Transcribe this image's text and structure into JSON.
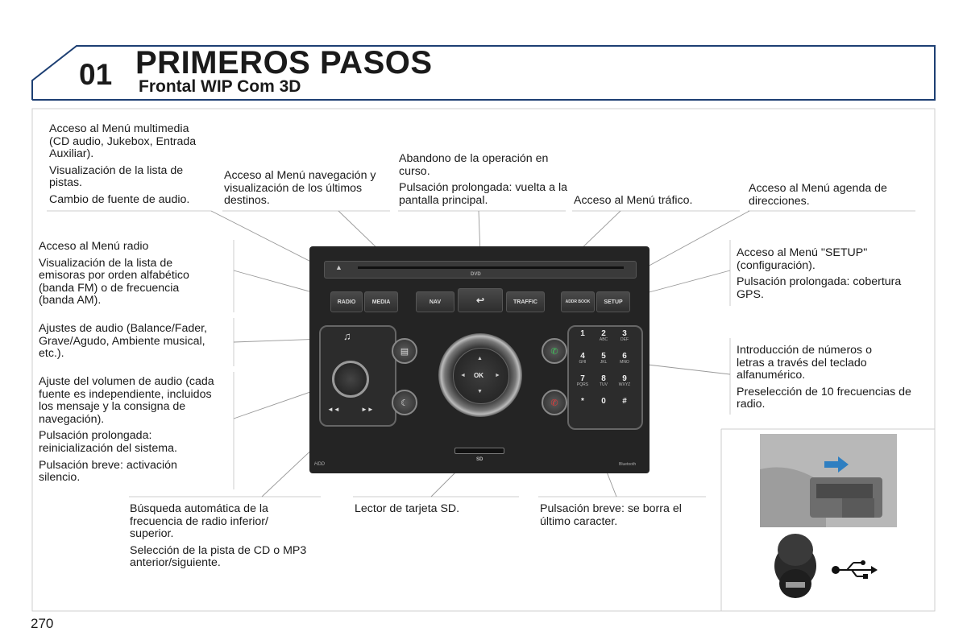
{
  "header": {
    "chapter_number": "01",
    "title": "PRIMEROS PASOS",
    "subtitle": "Frontal WIP Com 3D"
  },
  "page_number": "270",
  "callouts": {
    "multimedia": [
      "Acceso al Menú multimedia (CD audio, Jukebox, Entrada Auxiliar).",
      "Visualización de la lista de pistas.",
      "Cambio de fuente de audio."
    ],
    "navigation": [
      "Acceso al Menú navegación y visualización de los últimos destinos."
    ],
    "abandon": [
      "Abandono de la operación en curso.",
      "Pulsación prolongada: vuelta a la pantalla principal."
    ],
    "traffic": [
      "Acceso al Menú tráfico."
    ],
    "address_book": [
      "Acceso al Menú agenda de direcciones."
    ],
    "radio": [
      "Acceso al Menú radio",
      "Visualización de la lista de emisoras por orden alfabético (banda FM) o de frecuencia (banda AM)."
    ],
    "setup": [
      "Acceso al Menú \"SETUP\" (configuración).",
      "Pulsación prolongada: cobertura GPS."
    ],
    "audio_settings": [
      "Ajustes de audio (Balance/Fader, Grave/Agudo, Ambiente musical, etc.)."
    ],
    "keypad": [
      "Introducción de números o letras a través del teclado alfanumérico.",
      "Preselección de 10 frecuencias de radio."
    ],
    "volume": [
      "Ajuste del volumen de audio (cada fuente es independiente, incluidos los mensaje y la consigna de navegación).",
      "Pulsación prolongada: reinicialización del sistema.",
      "Pulsación breve: activación silencio."
    ],
    "seek": [
      "Búsqueda automática de la frecuencia de radio inferior/ superior.",
      "Selección de la pista de CD o MP3 anterior/siguiente."
    ],
    "sd_reader": [
      "Lector de tarjeta SD."
    ],
    "delete": [
      "Pulsación breve: se borra el último caracter."
    ]
  },
  "device": {
    "buttons": {
      "radio": "RADIO",
      "media": "MEDIA",
      "nav": "NAV",
      "back": "↩",
      "traffic": "TRAFFIC",
      "addr_book": "ADDR BOOK",
      "setup": "SETUP",
      "ok": "OK",
      "prev": "◄◄",
      "next": "►►"
    },
    "keypad": [
      {
        "num": "1",
        "letters": ""
      },
      {
        "num": "2",
        "letters": "ABC"
      },
      {
        "num": "3",
        "letters": "DEF"
      },
      {
        "num": "4",
        "letters": "GHI"
      },
      {
        "num": "5",
        "letters": "JKL"
      },
      {
        "num": "6",
        "letters": "MNO"
      },
      {
        "num": "7",
        "letters": "PQRS"
      },
      {
        "num": "8",
        "letters": "TUV"
      },
      {
        "num": "9",
        "letters": "WXYZ"
      },
      {
        "num": "*",
        "letters": ""
      },
      {
        "num": "0",
        "letters": ""
      },
      {
        "num": "#",
        "letters": ""
      }
    ],
    "brand_left": "HDD",
    "brand_right": "Bluetooth",
    "dvd_label": "DVD"
  },
  "icons": [
    "eject-icon",
    "music-note-icon",
    "phone-accept-icon",
    "phone-hangup-icon",
    "menu-list-icon",
    "moon-icon",
    "usb-symbol-icon",
    "usb-port-icon"
  ]
}
